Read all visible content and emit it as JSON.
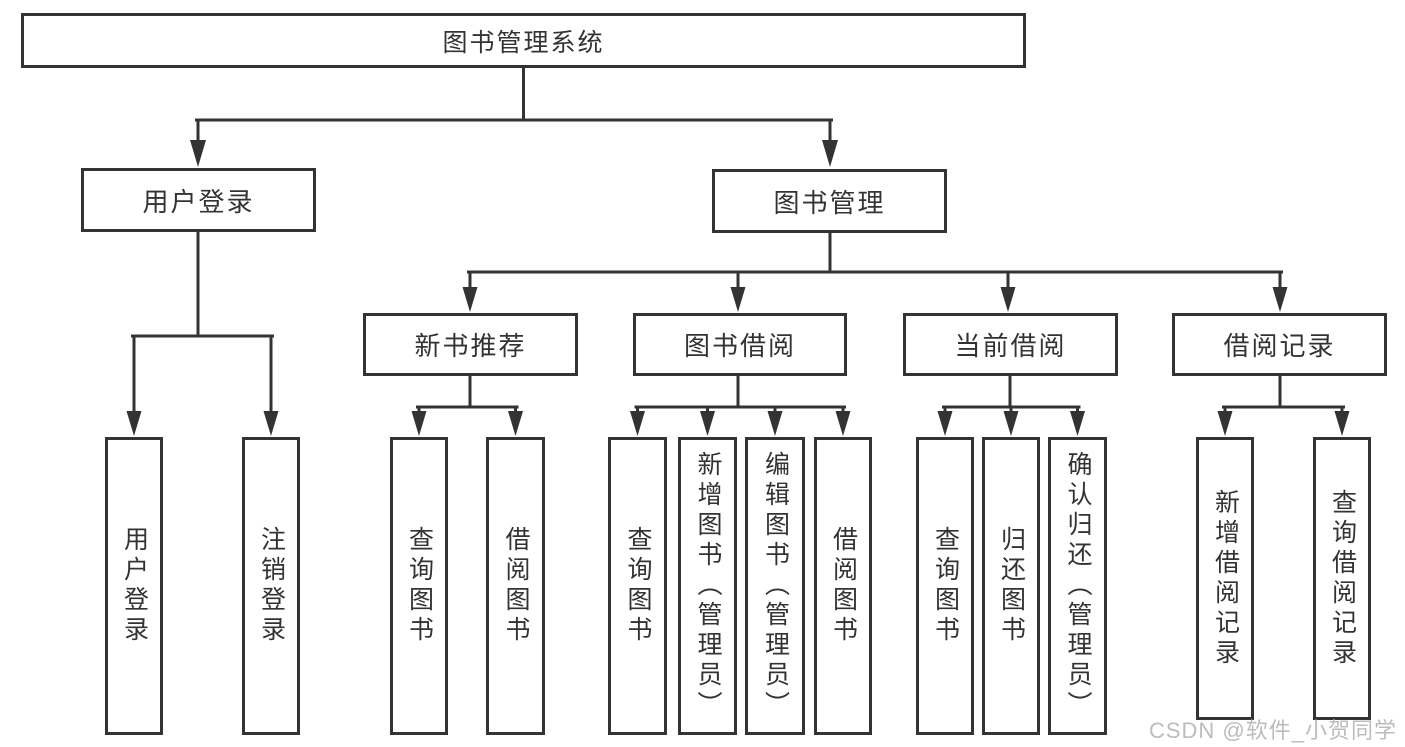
{
  "diagram_title": "图书管理系统",
  "nodes": {
    "root": {
      "label": "图书管理系统"
    },
    "user_login": {
      "label": "用户登录"
    },
    "book_management": {
      "label": "图书管理"
    },
    "new_book": {
      "label": "新书推荐"
    },
    "book_borrow": {
      "label": "图书借阅"
    },
    "current_borrow": {
      "label": "当前借阅"
    },
    "borrow_records": {
      "label": "借阅记录"
    },
    "leaves": {
      "user_login": [
        "用户登录",
        "注销登录"
      ],
      "new_book": [
        "查询图书",
        "借阅图书"
      ],
      "book_borrow": [
        "查询图书",
        "新增图书（管理员）",
        "编辑图书（管理员）",
        "借阅图书"
      ],
      "current_borrow": [
        "查询图书",
        "归还图书",
        "确认归还（管理员）"
      ],
      "borrow_records": [
        "新增借阅记录",
        "查询借阅记录"
      ]
    }
  },
  "watermark": "CSDN @软件_小贺同学",
  "colors": {
    "line": "#333333",
    "text": "#333333",
    "box_background": "#ffffff",
    "watermark": "#b5b5b5",
    "page_background": "#ffffff"
  }
}
